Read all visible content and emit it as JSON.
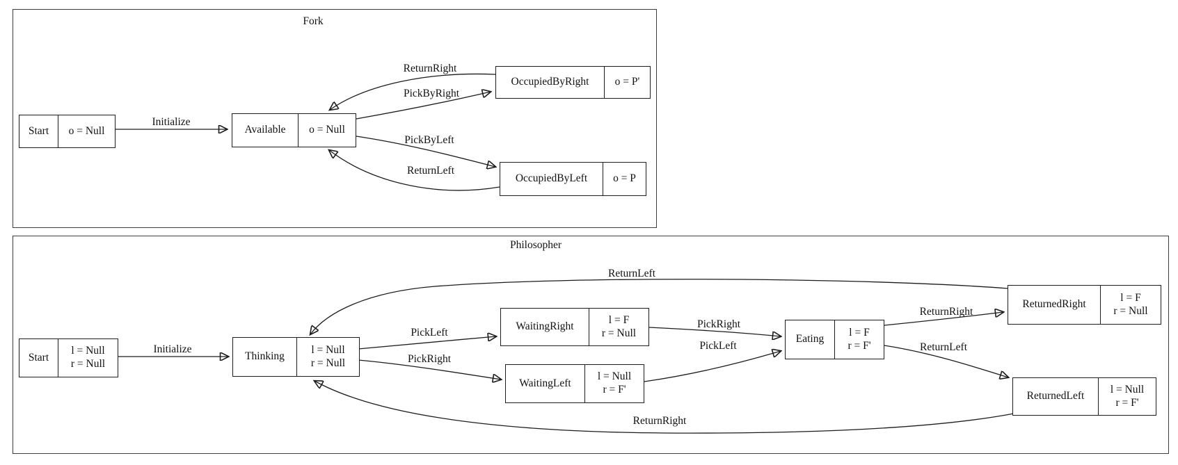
{
  "fork": {
    "title": "Fork",
    "nodes": {
      "start": {
        "label": "Start",
        "attrs": "o = Null"
      },
      "available": {
        "label": "Available",
        "attrs": "o = Null"
      },
      "occupied_by_right": {
        "label": "OccupiedByRight",
        "attrs": "o = P'"
      },
      "occupied_by_left": {
        "label": "OccupiedByLeft",
        "attrs": "o = P"
      }
    },
    "edges": {
      "initialize": "Initialize",
      "return_right": "ReturnRight",
      "pick_by_right": "PickByRight",
      "pick_by_left": "PickByLeft",
      "return_left": "ReturnLeft"
    }
  },
  "philosopher": {
    "title": "Philosopher",
    "nodes": {
      "start": {
        "label": "Start",
        "attrs": "l = Null\nr = Null"
      },
      "thinking": {
        "label": "Thinking",
        "attrs": "l = Null\nr = Null"
      },
      "waiting_right": {
        "label": "WaitingRight",
        "attrs": "l = F\nr = Null"
      },
      "waiting_left": {
        "label": "WaitingLeft",
        "attrs": "l = Null\nr = F'"
      },
      "eating": {
        "label": "Eating",
        "attrs": "l = F\nr = F'"
      },
      "returned_right": {
        "label": "ReturnedRight",
        "attrs": "l = F\nr = Null"
      },
      "returned_left": {
        "label": "ReturnedLeft",
        "attrs": "l = Null\nr = F'"
      }
    },
    "edges": {
      "initialize": "Initialize",
      "pick_left": "PickLeft",
      "pick_right": "PickRight",
      "pick_right_eat": "PickRight",
      "pick_left_eat": "PickLeft",
      "return_right_out": "ReturnRight",
      "return_left_out": "ReturnLeft",
      "return_left_back": "ReturnLeft",
      "return_right_back": "ReturnRight"
    }
  },
  "colors": {
    "stroke": "#1c1c1c",
    "background": "#ffffff"
  }
}
